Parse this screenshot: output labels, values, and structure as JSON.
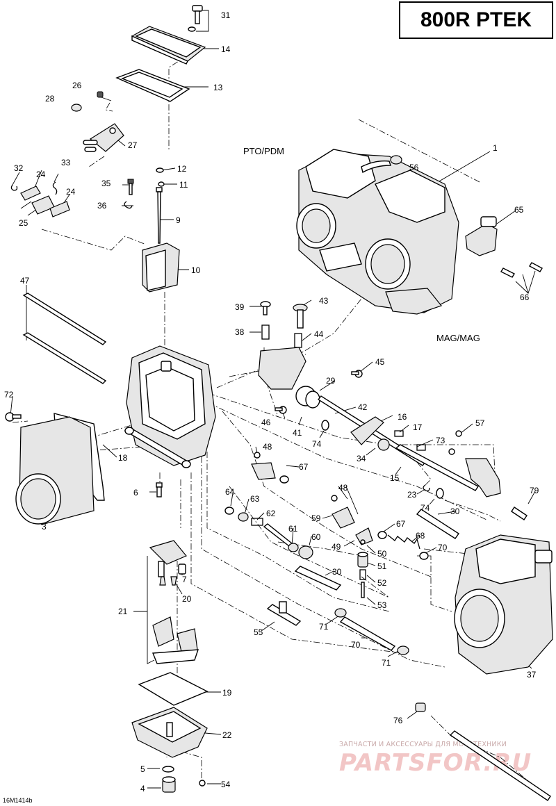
{
  "title": "800R PTEK",
  "side_labels": {
    "pto": "PTO/PDM",
    "mag": "MAG/MAG"
  },
  "diagram_code": "16M1414b",
  "watermark": {
    "caption": "ЗАПЧАСТИ И АКСЕССУАРЫ ДЛЯ МОТОТЕХНИКИ",
    "brand": "PARTSFOR.RU"
  },
  "callouts": [
    "1",
    "3",
    "4",
    "5",
    "6",
    "7",
    "9",
    "10",
    "11",
    "12",
    "13",
    "14",
    "15",
    "16",
    "17",
    "18",
    "19",
    "20",
    "21",
    "22",
    "23",
    "24",
    "24",
    "25",
    "26",
    "27",
    "28",
    "29",
    "30",
    "30",
    "31",
    "32",
    "33",
    "34",
    "35",
    "36",
    "37",
    "38",
    "39",
    "41",
    "42",
    "43",
    "44",
    "45",
    "46",
    "47",
    "48",
    "48",
    "49",
    "50",
    "51",
    "52",
    "53",
    "54",
    "55",
    "56",
    "57",
    "59",
    "60",
    "61",
    "62",
    "63",
    "64",
    "65",
    "66",
    "67",
    "67",
    "67",
    "68",
    "70",
    "71",
    "71",
    "72",
    "73",
    "74",
    "74",
    "76",
    "79"
  ],
  "colors": {
    "line": "#000000",
    "watermark": "#f2c6c6",
    "background": "#ffffff"
  }
}
